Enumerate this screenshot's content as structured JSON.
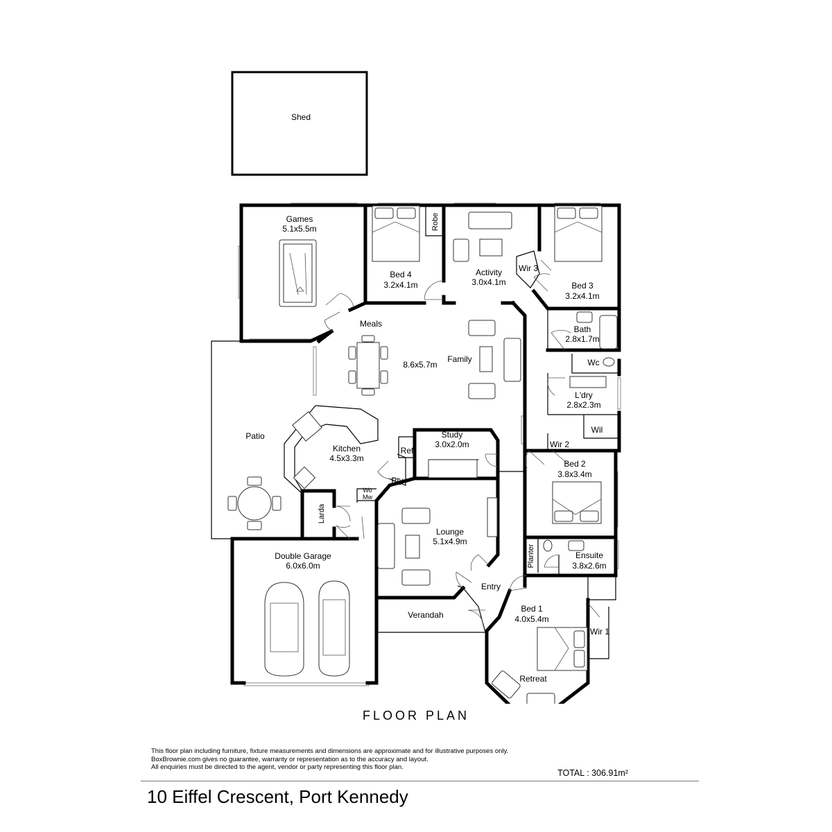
{
  "rooms": {
    "shed": "Shed",
    "games": "Games",
    "games_dim": "5.1x5.5m",
    "bed4": "Bed 4",
    "bed4_dim": "3.2x4.1m",
    "robe": "Robe",
    "activity": "Activity",
    "activity_dim": "3.0x4.1m",
    "wir3": "Wir 3",
    "bed3": "Bed 3",
    "bed3_dim": "3.2x4.1m",
    "bath": "Bath",
    "bath_dim": "2.8x1.7m",
    "wc": "Wc",
    "ldry": "L'dry",
    "ldry_dim": "2.8x2.3m",
    "wil": "Wil",
    "wir2": "Wir 2",
    "bed2": "Bed 2",
    "bed2_dim": "3.8x3.4m",
    "meals": "Meals",
    "meals_family_dim": "8.6x5.7m",
    "family": "Family",
    "patio": "Patio",
    "kitchen": "Kitchen",
    "kitchen_dim": "4.5x3.3m",
    "ref": "Ref",
    "pty": "Pty",
    "wo": "Wo",
    "mw": "Mw",
    "study": "Study",
    "study_dim": "3.0x2.0m",
    "larda": "Larda",
    "lounge": "Lounge",
    "lounge_dim": "5.1x4.9m",
    "double_garage": "Double Garage",
    "double_garage_dim": "6.0x6.0m",
    "entry": "Entry",
    "verandah": "Verandah",
    "planter": "Planter",
    "ensuite": "Ensuite",
    "ensuite_dim": "3.8x2.6m",
    "bed1": "Bed 1",
    "bed1_dim": "4.0x5.4m",
    "wir1": "Wir 1",
    "retreat": "Retreat"
  },
  "footer": {
    "heading": "FLOOR PLAN",
    "disclaimer_1": "This floor plan including furniture, fixture measurements and dimensions are approximate and for illustrative purposes only.",
    "disclaimer_2": "BoxBrownie.com gives no guarantee, warranty or representation as to the accuracy and layout.",
    "disclaimer_3": "All enquiries must be directed to the agent, vendor or party representing this floor plan.",
    "total_label": "TOTAL : 306.91m²",
    "address": "10 Eiffel Crescent, Port Kennedy"
  },
  "icons": [
    "bed-icon",
    "sofa-icon",
    "dining-table-icon",
    "pool-table-icon",
    "car-icon",
    "bathtub-icon",
    "toilet-icon",
    "door-swing-icon"
  ]
}
